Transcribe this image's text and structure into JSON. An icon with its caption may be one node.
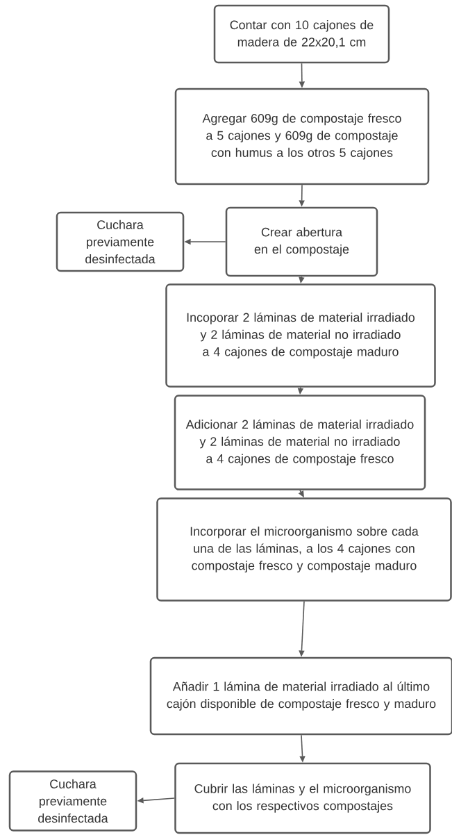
{
  "diagram": {
    "nodes": [
      {
        "text": [
          "Contar con 10 cajones de madera de 22x20,1 cm"
        ]
      },
      {
        "text": [
          "Agregar 609g de compostaje fresco a 5 cajones y 609g de compostaje con humus a los otros 5 cajones"
        ]
      },
      {
        "text": [
          "Crear abertura en el compostaje"
        ]
      },
      {
        "text": [
          "Cuchara previamente desinfectada"
        ]
      },
      {
        "text": [
          "Incoporar 2 láminas de material irradiado y 2 láminas de material no irradiado a 4 cajones de compostaje maduro"
        ]
      },
      {
        "text": [
          "Adicionar 2 láminas de material irradiado y 2 láminas de material no irradiado a 4 cajones de compostaje fresco"
        ]
      },
      {
        "text": [
          "Incorporar el microorganismo sobre cada una de las láminas, a los 4 cajones con compostaje fresco y compostaje maduro"
        ]
      },
      {
        "text": [
          "Añadir 1 lámina de material irradiado al último cajón disponible de compostaje fresco y maduro"
        ]
      },
      {
        "text": [
          "Cubrir las láminas y el microorganismo con los respectivos compostajes"
        ]
      },
      {
        "text": [
          "Cuchara previamente desinfectada"
        ]
      }
    ],
    "edges": [
      {
        "from": 0,
        "to": 1,
        "arrow": "to"
      },
      {
        "from": 1,
        "to": 2,
        "arrow": "to"
      },
      {
        "from": 2,
        "to": 3,
        "arrow": "to"
      },
      {
        "from": 2,
        "to": 4,
        "arrow": "to"
      },
      {
        "from": 4,
        "to": 5,
        "arrow": "to"
      },
      {
        "from": 5,
        "to": 6,
        "arrow": "to"
      },
      {
        "from": 6,
        "to": 7,
        "arrow": "to"
      },
      {
        "from": 7,
        "to": 8,
        "arrow": "to"
      },
      {
        "from": 8,
        "to": 9,
        "arrow": "to"
      }
    ]
  }
}
